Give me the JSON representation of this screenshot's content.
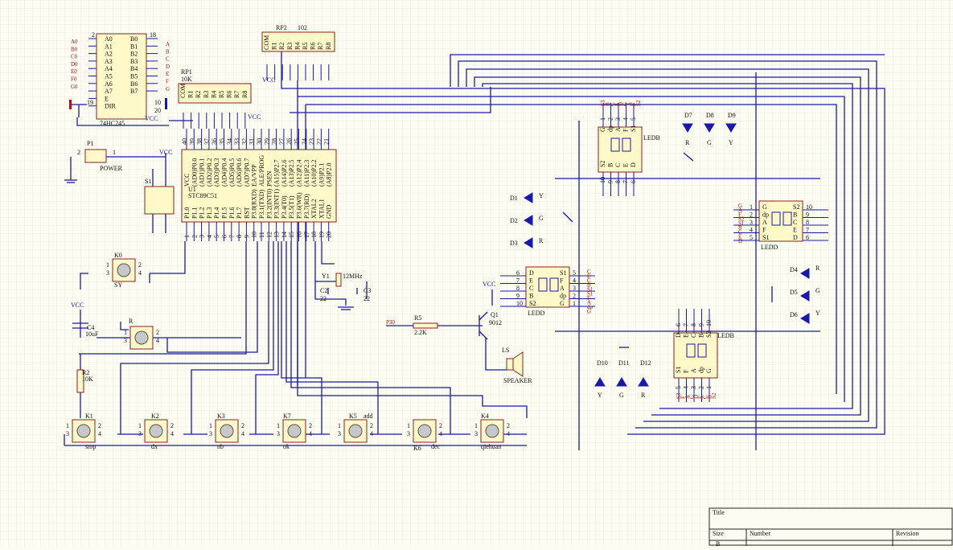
{
  "u_74hc245": {
    "ref": "",
    "part": "74HC245",
    "pins_left": [
      "A0",
      "A1",
      "A2",
      "A3",
      "A4",
      "A5",
      "A6",
      "A7",
      "E",
      "DIR"
    ],
    "pins_right": [
      "B0",
      "B1",
      "B2",
      "B3",
      "B4",
      "B5",
      "B6",
      "B7"
    ],
    "pin_nums": [
      "2",
      "18",
      "19",
      "10",
      "20"
    ],
    "net_left": [
      "A0",
      "B0",
      "C0",
      "D0",
      "E0",
      "F0",
      "G0"
    ],
    "net_right": [
      "A",
      "B",
      "C",
      "D",
      "E",
      "F",
      "G"
    ],
    "vcc": "VCC"
  },
  "rp1": {
    "ref": "RP1",
    "value": "10K",
    "pins": [
      "COM",
      "R1",
      "R2",
      "R3",
      "R4",
      "R5",
      "R6",
      "R7",
      "R8"
    ]
  },
  "rp2": {
    "ref": "RP2",
    "value": "102",
    "pins": [
      "COM",
      "R1",
      "R2",
      "R3",
      "R4",
      "R5",
      "R6",
      "R7",
      "R8"
    ]
  },
  "mcu": {
    "ref": "U1",
    "part": "STC89C51",
    "left_pins": [
      "VCC",
      "(AD0)P0.0",
      "(AD1)P0.1",
      "(AD2)P0.2",
      "(AD3)P0.3",
      "(AD4)P0.4",
      "(AD5)P0.5",
      "(AD6)P0.6",
      "(AD7)P0.7",
      "EA/VPP",
      "ALE/PROG",
      "PSEN",
      "(A15)P2.7",
      "(A14)P2.6",
      "(A13)P2.5",
      "(A12)P2.4",
      "(A11)P2.3",
      "(A10)P2.2",
      "(A9)P2.1",
      "(A8)P2.0"
    ],
    "bottom_pins": [
      "P1.0",
      "P1.1",
      "P1.2",
      "P1.3",
      "P1.4",
      "P1.5",
      "P1.6",
      "P1.7",
      "RST",
      "P3.0(RXD)",
      "P3.1(TXD)",
      "P3.2(INT0)",
      "P3.3(INT1)",
      "P3.4(T0)",
      "P3.5(T1)",
      "P3.6(WR)",
      "P3.7(RD)",
      "XTAL2",
      "XTAL1",
      "GND"
    ],
    "top_nums": [
      "40",
      "39",
      "38",
      "37",
      "36",
      "35",
      "34",
      "33",
      "32",
      "31",
      "30",
      "29",
      "28",
      "27",
      "26",
      "25",
      "24",
      "23",
      "22",
      "21"
    ],
    "bottom_nums": [
      "1",
      "2",
      "3",
      "4",
      "5",
      "6",
      "7",
      "8",
      "9",
      "10",
      "11",
      "12",
      "13",
      "14",
      "15",
      "16",
      "17",
      "18",
      "19",
      "20"
    ],
    "vcc": "VCC"
  },
  "p1": {
    "ref": "P1",
    "label": "POWER",
    "pins": [
      "2",
      "1"
    ],
    "vcc": "VCC"
  },
  "s1": {
    "ref": "S1"
  },
  "keys": [
    {
      "ref": "K0",
      "label": "SY"
    },
    {
      "ref": "R",
      "label": ""
    },
    {
      "ref": "K1",
      "label": "stop"
    },
    {
      "ref": "K2",
      "label": "dx"
    },
    {
      "ref": "K3",
      "label": "nb"
    },
    {
      "ref": "K7",
      "label": "ok"
    },
    {
      "ref": "K5",
      "label": "add"
    },
    {
      "ref": "K6",
      "label": "dec"
    },
    {
      "ref": "K4",
      "label": "qiehuan"
    }
  ],
  "key_pins": [
    "1",
    "2",
    "3",
    "4"
  ],
  "passives": {
    "c4": {
      "ref": "C4",
      "value": "10uF"
    },
    "r2": {
      "ref": "R2",
      "value": "10K"
    },
    "y1": {
      "ref": "Y1",
      "value": "12MHz"
    },
    "c2": {
      "ref": "C2",
      "value": "22"
    },
    "c3": {
      "ref": "C3",
      "value": "22"
    },
    "r5": {
      "ref": "R5",
      "value": "2.2K"
    },
    "q1": {
      "ref": "Q1",
      "value": "9012"
    },
    "ls": {
      "ref": "LS",
      "value": "SPEAKER"
    },
    "vcc": "VCC",
    "p30": "P30"
  },
  "leds_mid": [
    {
      "ref": "D1",
      "color": "Y"
    },
    {
      "ref": "D2",
      "color": "G"
    },
    {
      "ref": "D3",
      "color": "R"
    }
  ],
  "leds_top": [
    {
      "ref": "D7",
      "color": "R"
    },
    {
      "ref": "D8",
      "color": "G"
    },
    {
      "ref": "D9",
      "color": "Y"
    }
  ],
  "leds_right": [
    {
      "ref": "D4",
      "color": "R"
    },
    {
      "ref": "D5",
      "color": "G"
    },
    {
      "ref": "D6",
      "color": "Y"
    }
  ],
  "leds_bottom": [
    {
      "ref": "D10",
      "color": "Y"
    },
    {
      "ref": "D11",
      "color": "G"
    },
    {
      "ref": "D12",
      "color": "R"
    }
  ],
  "displays": [
    {
      "id": "ledb_top",
      "name": "LEDB",
      "segs": [
        "S2",
        "B",
        "C",
        "E",
        "D",
        "G",
        "dp",
        "A",
        "F",
        "S1"
      ],
      "nums": [
        "10",
        "9",
        "8",
        "7",
        "6",
        "1",
        "2",
        "3",
        "4",
        "5"
      ],
      "nets": [
        "S3",
        "B",
        "C",
        "E",
        "D",
        "G",
        "A",
        "F",
        "S2"
      ]
    },
    {
      "id": "ledd_mid",
      "name": "LEDD",
      "segs": [
        "D",
        "E",
        "C",
        "B",
        "S2",
        "S1",
        "F",
        "A",
        "dp",
        "G"
      ],
      "nums": [
        "6",
        "7",
        "8",
        "9",
        "10",
        "5",
        "4",
        "3",
        "2",
        "1"
      ],
      "nets": [
        "C",
        "E",
        "C",
        "B",
        "S1",
        "S1",
        "F",
        "A",
        "dp",
        "G"
      ]
    },
    {
      "id": "ledd_right",
      "name": "LEDD",
      "segs": [
        "G",
        "dp",
        "A",
        "F",
        "S1",
        "S2",
        "B",
        "C",
        "E",
        "D"
      ],
      "nums": [
        "1",
        "2",
        "3",
        "4",
        "5",
        "10",
        "9",
        "8",
        "7",
        "6"
      ],
      "nets": [
        "G",
        "A",
        "F",
        "S2",
        "S1",
        "B",
        "C",
        "E",
        "D"
      ]
    },
    {
      "id": "ledb_bottom",
      "name": "LEDB",
      "segs": [
        "S1",
        "F",
        "A",
        "dp",
        "G",
        "D",
        "E",
        "C",
        "B",
        "S2"
      ],
      "nums": [
        "5",
        "4",
        "3",
        "2",
        "1",
        "6",
        "7",
        "8",
        "9",
        "10"
      ],
      "nets": [
        "S3",
        "F",
        "A",
        "G",
        "D",
        "E",
        "C",
        "B",
        "S2"
      ]
    }
  ],
  "title_block": {
    "title": "Title",
    "size": "Size",
    "number": "Number",
    "revision": "Revision",
    "size_value": "B"
  },
  "colors": {
    "background": "#fdfcf2",
    "grid": "#e2e0d2",
    "wire": "#1a1aa8",
    "component_fill": "#fff8c8",
    "component_border": "#8b2020",
    "net_label": "#b01010"
  }
}
